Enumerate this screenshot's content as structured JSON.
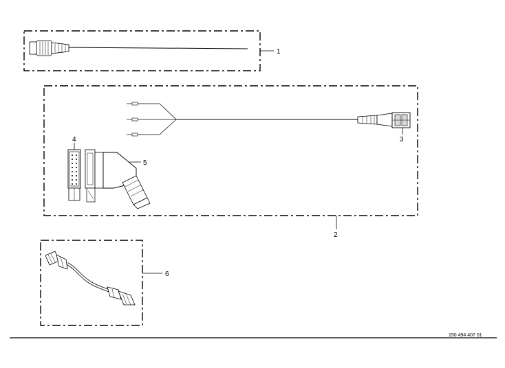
{
  "callouts": {
    "c1": "1",
    "c2": "2",
    "c3": "3",
    "c4": "4",
    "c5": "5",
    "c6": "6"
  },
  "drawing_number": "150 494 407 01",
  "colors": {
    "line": "#000000",
    "fill_light": "#ffffff",
    "fill_grey": "#d9d9d9"
  }
}
